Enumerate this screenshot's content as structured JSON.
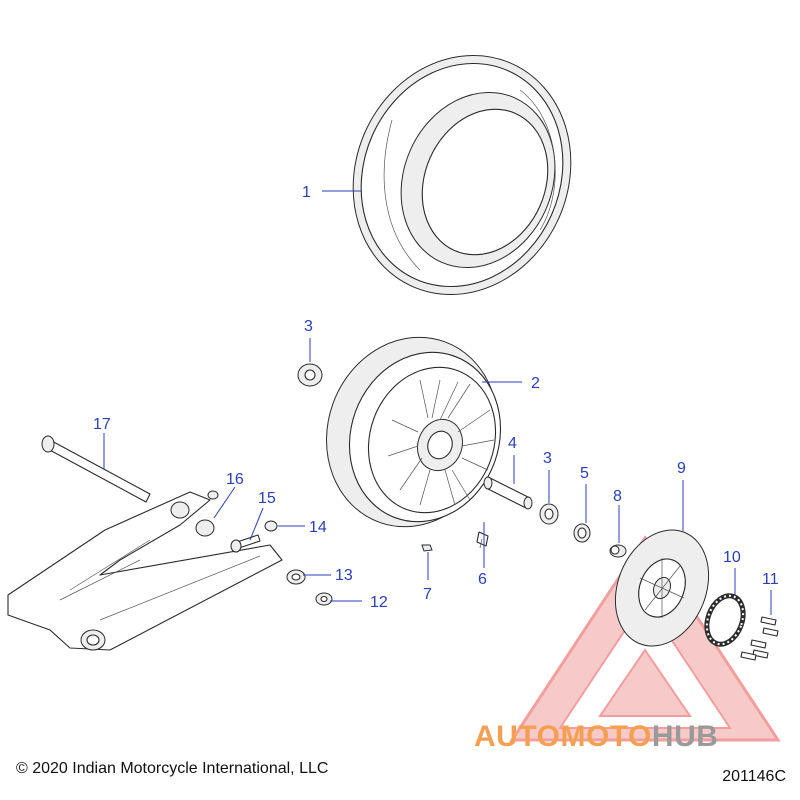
{
  "callouts": {
    "c1": "1",
    "c2": "2",
    "c3a": "3",
    "c3b": "3",
    "c4": "4",
    "c5": "5",
    "c6": "6",
    "c7": "7",
    "c8": "8",
    "c9": "9",
    "c10": "10",
    "c11": "11",
    "c12": "12",
    "c13": "13",
    "c14": "14",
    "c15": "15",
    "c16": "16",
    "c17": "17"
  },
  "footer": {
    "copyright": "© 2020 Indian Motorcycle International, LLC",
    "diagram_id": "201146C"
  },
  "watermark": {
    "part1": "AUTO",
    "part2": "MOTO",
    "part3": "HUB",
    "color_primary": "#f5a050",
    "color_secondary": "#9a9a9a",
    "triangle_color": "#e85050"
  },
  "colors": {
    "callout": "#2a3fb8"
  }
}
